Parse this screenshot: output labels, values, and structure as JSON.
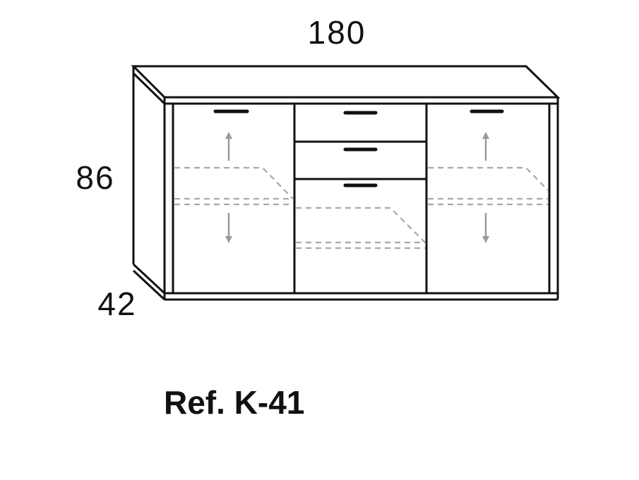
{
  "dimensions": {
    "width": "180",
    "height": "86",
    "depth": "42"
  },
  "reference": "Ref. K-41",
  "colors": {
    "line": "#111111",
    "dashed": "#a8a8a8",
    "arrow": "#999999",
    "background": "#ffffff"
  },
  "icons": {
    "arrow": "double-headed-vertical-arrow-icon",
    "handle": "bar-handle-icon"
  }
}
